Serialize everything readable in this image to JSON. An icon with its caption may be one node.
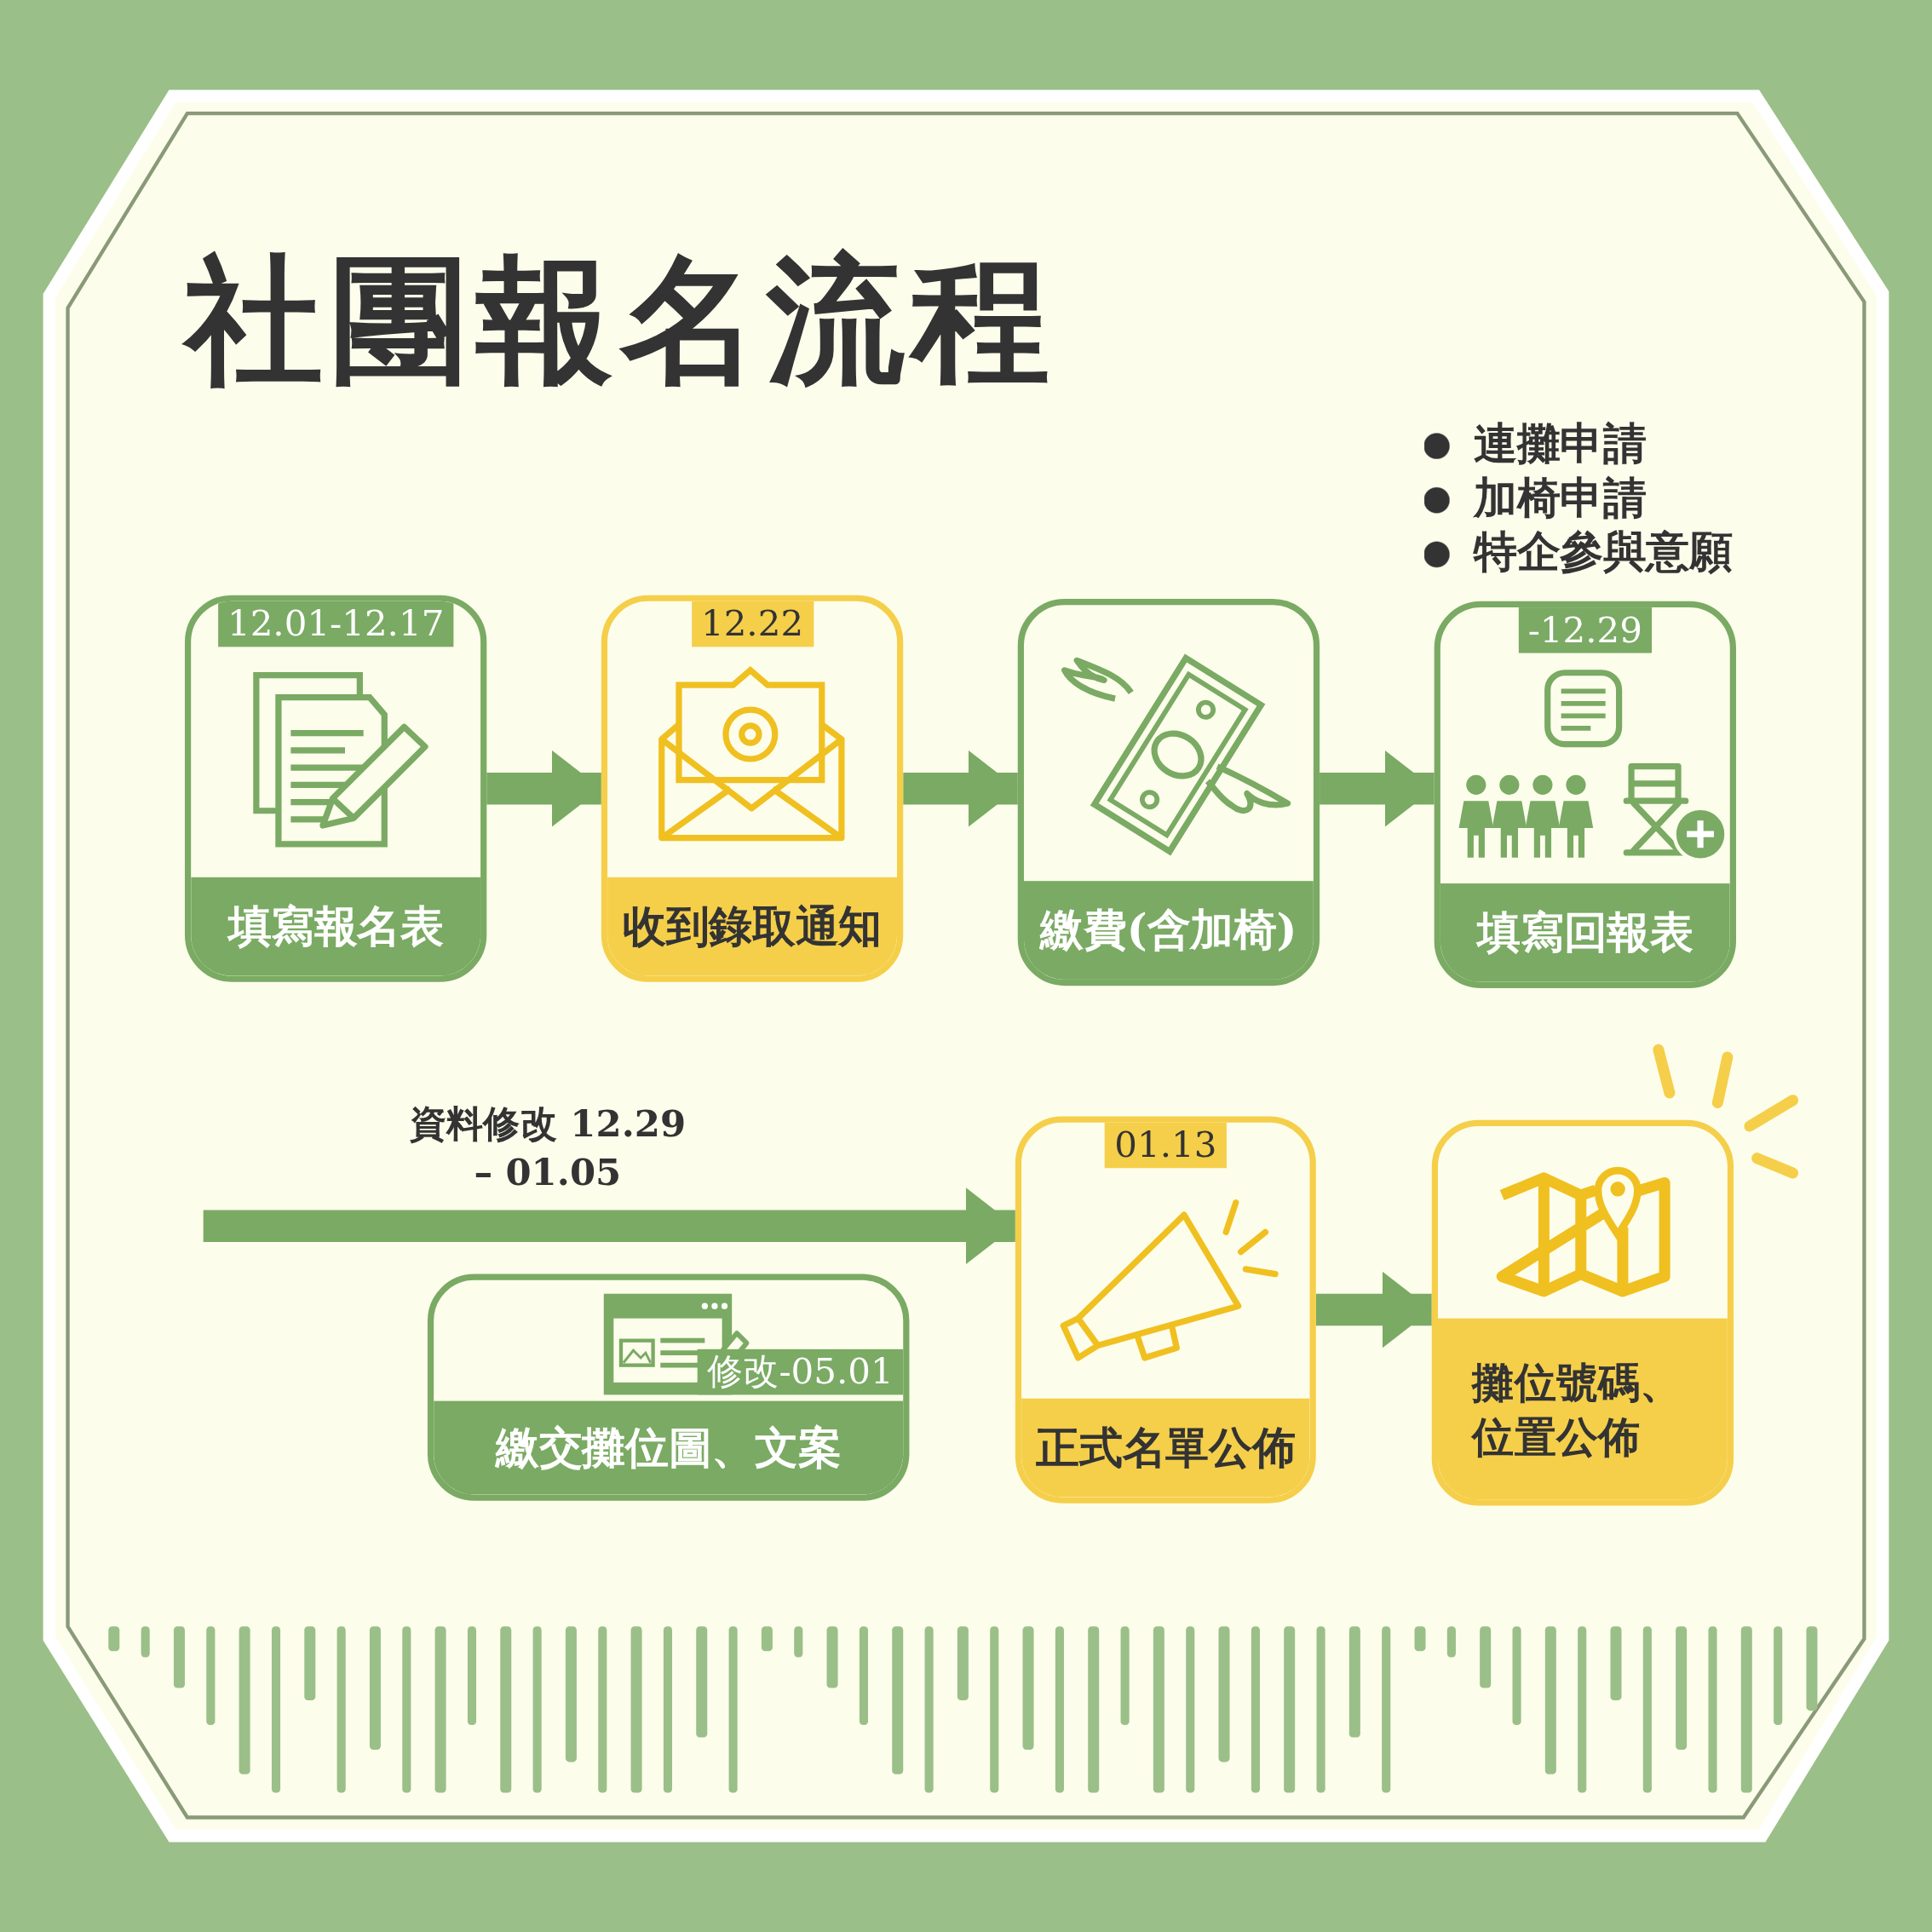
{
  "diagram": {
    "title": "社團報名流程",
    "nodes": [
      {
        "text": [
          "12.01-12.17",
          "填寫報名表"
        ]
      },
      {
        "text": [
          "12.22",
          "收到錄取通知"
        ]
      },
      {
        "text": [
          "繳費(含加椅)"
        ]
      },
      {
        "text": [
          "-12.29",
          "填寫回報表"
        ],
        "beside": [
          "連攤申請",
          "加椅申請",
          "特企參與意願"
        ]
      },
      {
        "text": [
          "修改-05.01",
          "繳交攤位圖、文案"
        ]
      },
      {
        "text": [
          "01.13",
          "正式名單公佈"
        ]
      },
      {
        "text": [
          "攤位號碼、位置公佈"
        ]
      }
    ],
    "edges": [
      {
        "from": 0,
        "to": 1,
        "arrow": "to"
      },
      {
        "from": 1,
        "to": 2,
        "arrow": "to"
      },
      {
        "from": 2,
        "to": 3,
        "arrow": "to"
      },
      {
        "from": null,
        "to": 5,
        "arrow": "to",
        "label": "資料修改 12.29 – 01.05"
      },
      {
        "from": 5,
        "to": 6,
        "arrow": "to"
      }
    ]
  }
}
